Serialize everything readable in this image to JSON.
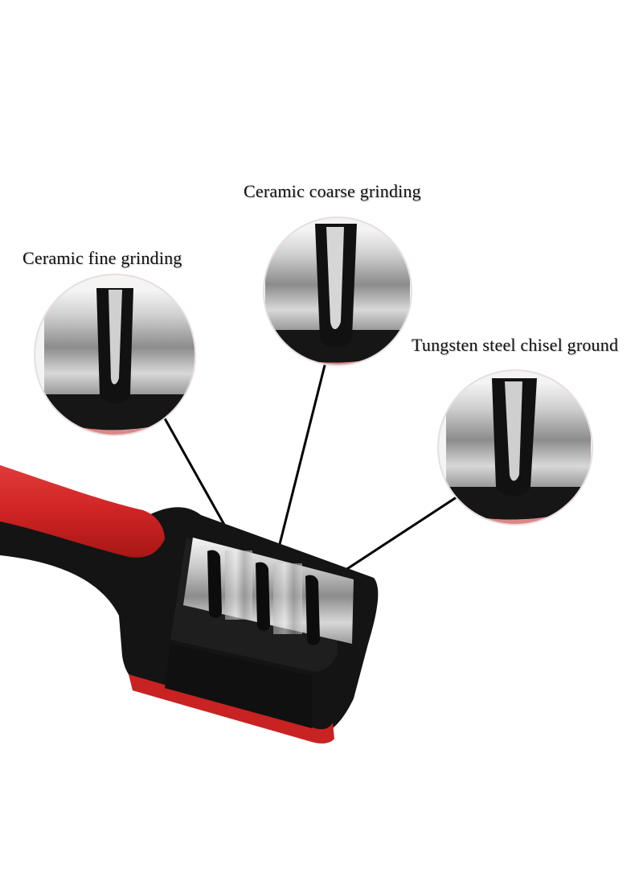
{
  "callouts": {
    "fine": {
      "label": "Ceramic fine grinding"
    },
    "coarse": {
      "label": "Ceramic coarse grinding"
    },
    "tungsten": {
      "label": "Tungsten steel chisel ground"
    }
  },
  "colors": {
    "handle_red": "#d42a2a",
    "handle_black": "#141414",
    "steel_light": "#e6e6e6",
    "steel_dark": "#7a7a7a",
    "callout_line": "#000000"
  }
}
